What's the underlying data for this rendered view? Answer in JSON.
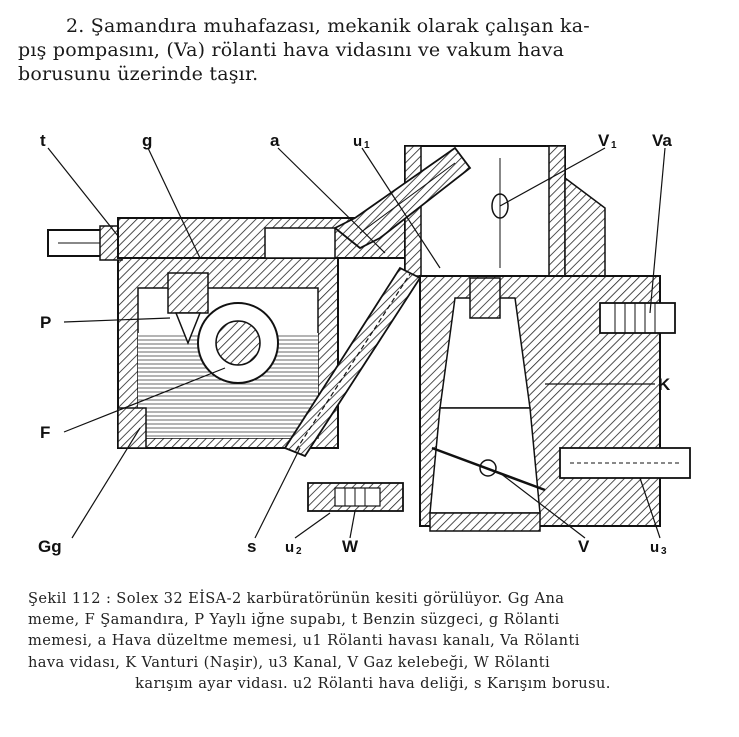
{
  "paragraph": {
    "line1": "2. Şamandıra muhafazası, mekanik olarak çalışan ka-",
    "line2": "pış pompasını, (Va) rölanti hava vidasını ve vakum hava",
    "line3": "borusunu üzerinde taşır."
  },
  "figure": {
    "labels": {
      "t": "t",
      "g": "g",
      "a": "a",
      "u1": "u",
      "u1_sub": "1",
      "V1": "V",
      "V1_sub": "1",
      "Va": "Va",
      "P": "P",
      "K": "K",
      "F": "F",
      "Gg": "Gg",
      "s": "s",
      "u2": "u",
      "u2_sub": "2",
      "W": "W",
      "V": "V",
      "u3": "u",
      "u3_sub": "3"
    }
  },
  "caption": {
    "line1": "Şekil 112 : Solex 32 EİSA-2 karbüratörünün kesiti görülüyor. Gg Ana",
    "line2": "meme, F Şamandıra, P Yaylı iğne supabı, t Benzin süzgeci, g Rölanti",
    "line3": "memesi, a Hava düzeltme memesi, u1 Rölanti havası kanalı, Va Rölanti",
    "line4": "hava vidası, K Vanturi (Naşir), u3 Kanal, V Gaz kelebeği, W Rölanti",
    "line5": "karışım ayar vidası. u2 Rölanti hava deliği, s Karışım borusu."
  }
}
